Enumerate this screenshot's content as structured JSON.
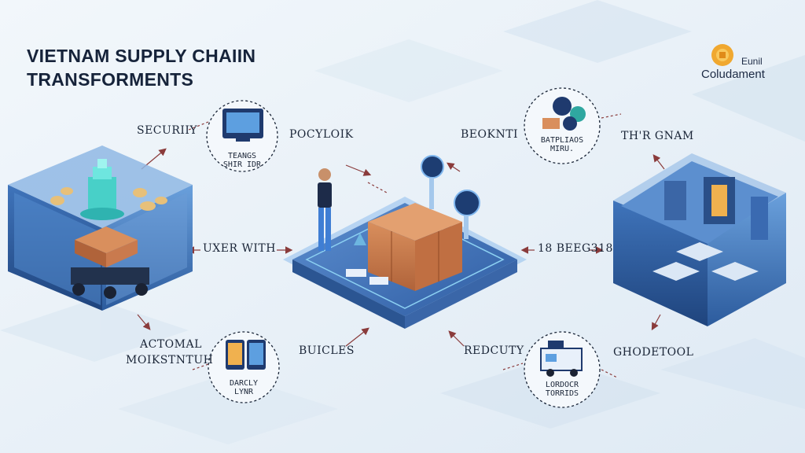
{
  "title": {
    "line1": "VIETNAM SUPPLY CHAIIN",
    "line2": "TRANSFORMENTS"
  },
  "brand": {
    "tag": "Eunil",
    "name": "Coludament"
  },
  "labels": {
    "security": "SECURIIY",
    "portfolio": "POCYLOIK",
    "benefit": "BEOKNTI",
    "top_right": "TH'R GNAM",
    "user_with": "UXER WITH",
    "beeg": "18 BEEG318",
    "actional_line1": "ACTOMAL",
    "actional_line2": "MOIKSTNTUH",
    "buicles": "BUICLES",
    "redcuty": "REDCUTY",
    "ghode": "GHODETOOL"
  },
  "circles": {
    "top_left": {
      "line1": "TEANGS",
      "line2": "SHIR IDR"
    },
    "top_right": {
      "line1": "BATPLIAOS",
      "line2": "MIRU."
    },
    "bottom_left": {
      "line1": "DARCLY",
      "line2": "LYNR"
    },
    "bottom_right": {
      "line1": "LORDOCR",
      "line2": "TORRIDS"
    }
  },
  "colors": {
    "background": "#e9f1f8",
    "platform": "#3a6fb5",
    "accent": "#2f7bd6",
    "box": "#c97a4e",
    "title": "#16233a",
    "arrow": "#8a3b3b"
  },
  "icons": [
    "coin-logo-icon",
    "monitor-icon",
    "coins-icon",
    "phone-icon",
    "delivery-truck-icon",
    "worker-figure-icon",
    "cargo-box-icon",
    "ai-robot-tower-icon"
  ]
}
